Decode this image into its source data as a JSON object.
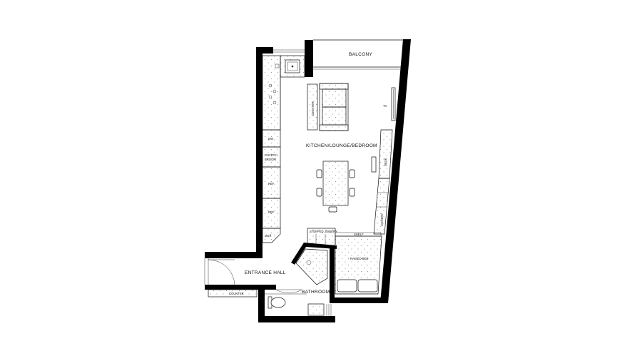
{
  "plan": {
    "rooms": {
      "balcony": "BALCONY",
      "main": "KITCHEN/LOUNGE/BEDROOM",
      "entrance": "ENTRANCE HALL",
      "bathroom": "BATHROOM",
      "raised_bed": "RAISED BED"
    },
    "fixtures": {
      "counter_lounge": "COUNTER",
      "tv": "TV",
      "dw": "DW",
      "pantry_line1": "PANTRY/",
      "pantry_line2": "BROOM",
      "ref1": "REF",
      "ref2": "REF",
      "shelf_kitchen": "shelf",
      "desk": "DESK",
      "joinery_right": "JOINERY",
      "stepped_joinery": "STEPPED JOINERY",
      "shelf_bed": "SHELF",
      "counter_entrance": "COUNTER"
    },
    "colors": {
      "wall": "#000000",
      "line": "#111111",
      "hatch": "#d8d8d8"
    }
  }
}
